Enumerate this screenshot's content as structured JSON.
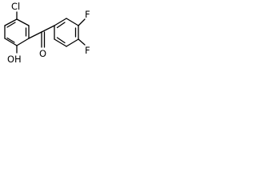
{
  "molecule": {
    "atoms": {
      "cl": "Cl",
      "oh": "OH",
      "o": "O",
      "f_top": "F",
      "f_bottom": "F"
    },
    "colors": {
      "bond": "#000000",
      "text": "#000000",
      "background": "#ffffff"
    }
  }
}
